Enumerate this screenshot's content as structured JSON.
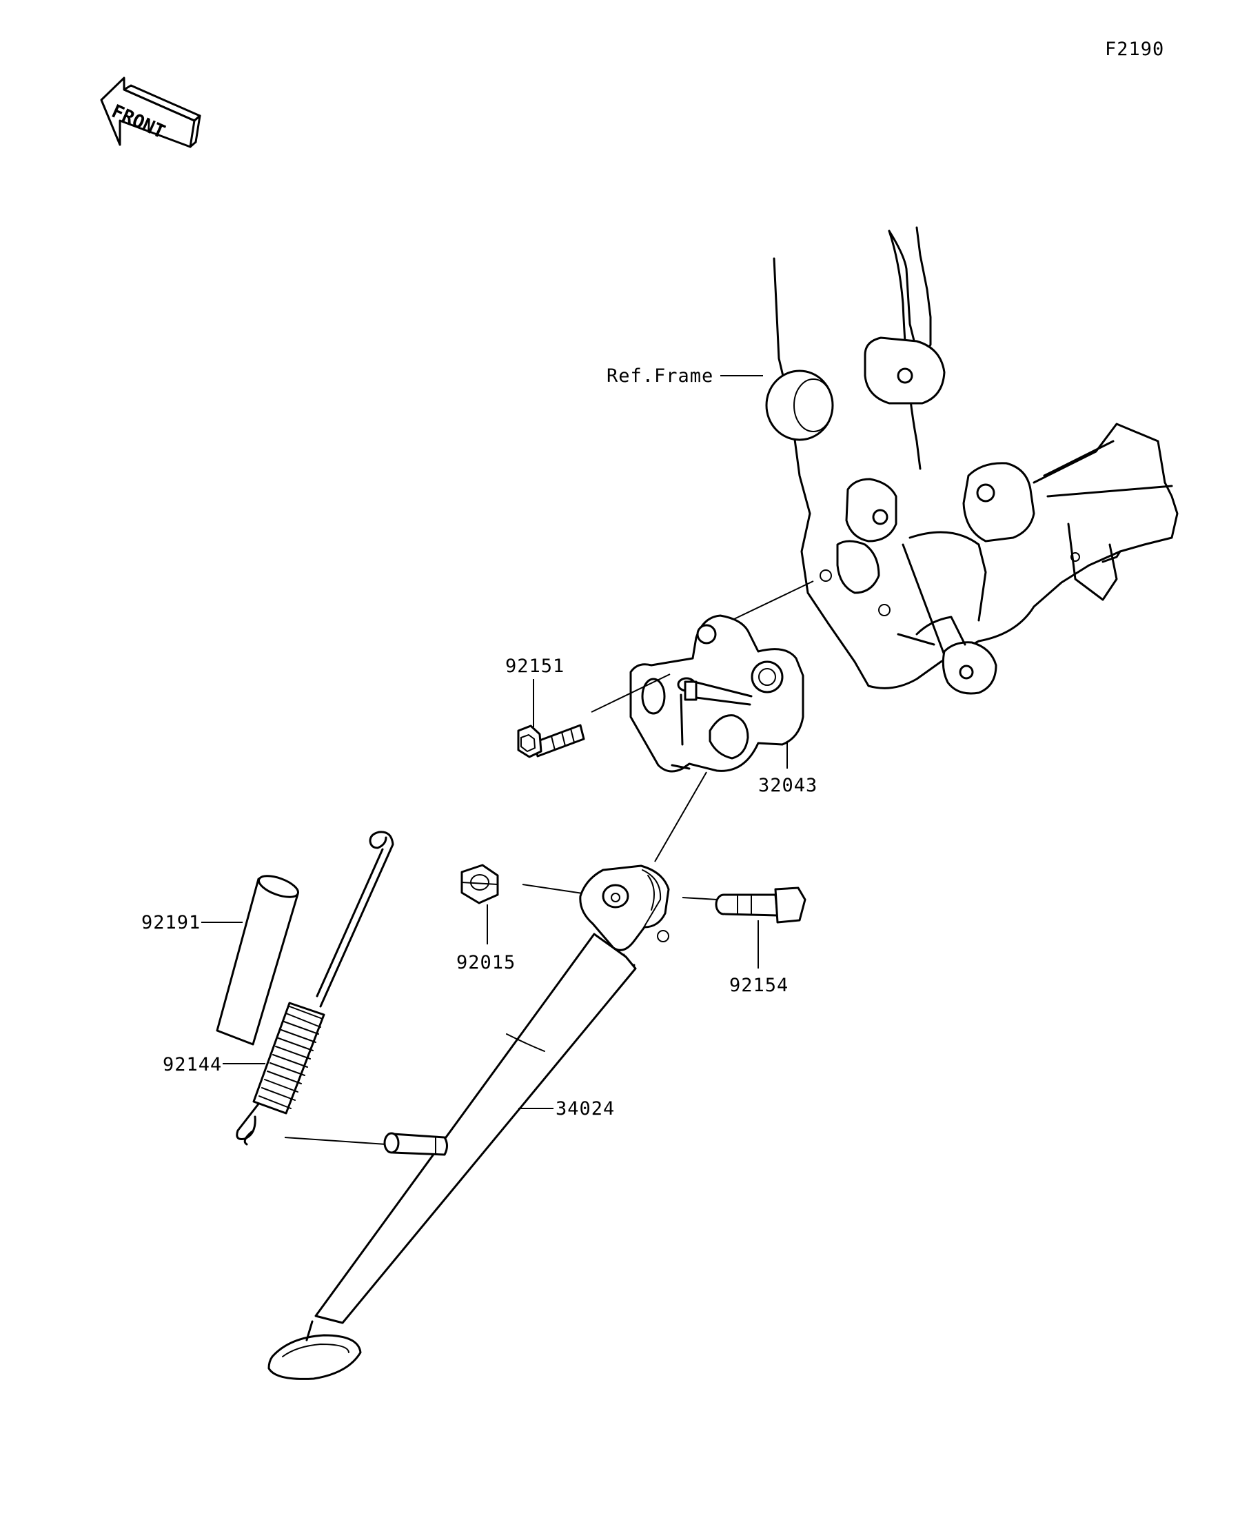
{
  "diagram": {
    "code": "F2190",
    "front_text": "FRONT",
    "labels": {
      "ref_frame": "Ref.Frame",
      "p92151": "92151",
      "p32043": "32043",
      "p92191": "92191",
      "p92015": "92015",
      "p92154": "92154",
      "p92144": "92144",
      "p34024": "34024"
    },
    "icons": [
      "front-direction-arrow-icon"
    ]
  }
}
